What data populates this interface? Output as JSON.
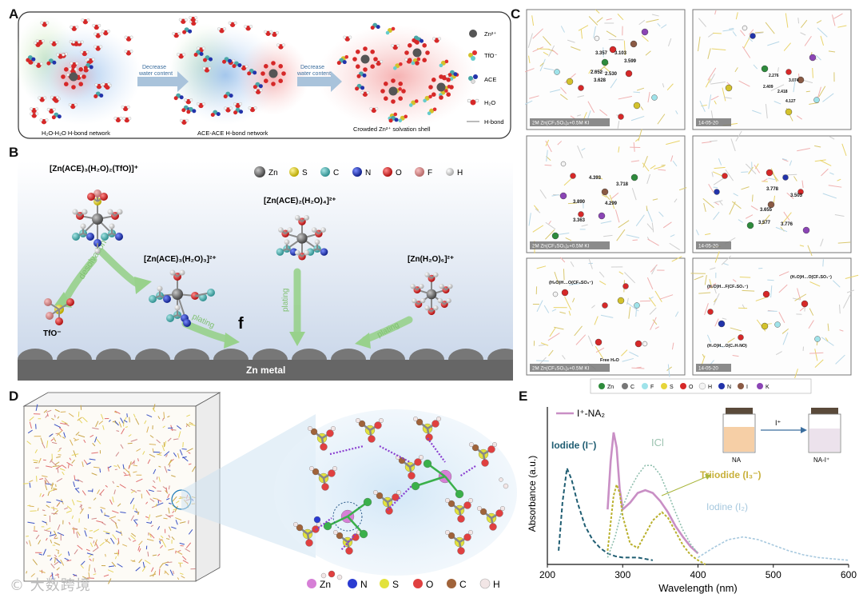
{
  "panelA": {
    "letter": "A",
    "arrow1": [
      "Decrease",
      "water content"
    ],
    "arrow2": [
      "Decrease",
      "water content"
    ],
    "caption1": "H₂O-H₂O H-bond network",
    "caption2": "ACE-ACE H-bond network",
    "caption3": "Crowded Zn²⁺ solvation shell",
    "legend": [
      "Zn²⁺",
      "TfO⁻",
      "ACE",
      "H₂O",
      "H-bond"
    ]
  },
  "panelB": {
    "letter": "B",
    "legend": [
      "Zn",
      "S",
      "C",
      "N",
      "O",
      "F",
      "H"
    ],
    "species1": "[Zn(ACE)₃(H₂O)₂(TfO)]⁺",
    "species2": "[Zn(ACE)₂(H₂O)₄]²⁺",
    "species3": "[Zn(ACE)₃(H₂O)₃]²⁺",
    "species4": "[Zn(H₂O)₆]²⁺",
    "tfo": "TfO⁻",
    "desolvation": "desolvation",
    "plating": "plating",
    "f_mark": "f",
    "metal": "Zn metal"
  },
  "panelC": {
    "letter": "C",
    "tag_left": "2M Zn(CF₃SO₃)₂+0.5M KI",
    "tag_right": "14-05-20",
    "dist_11": [
      "3.357",
      "3.103",
      "3.599",
      "2.652",
      "2.530",
      "3.628"
    ],
    "dist_12": [
      "2.276",
      "3.074",
      "2.418",
      "2.409",
      "4.127"
    ],
    "dist_21": [
      "4.393",
      "3.718",
      "3.890",
      "4.299",
      "3.363"
    ],
    "dist_22": [
      "3.778",
      "3.503",
      "3.655",
      "3.577",
      "3.776"
    ],
    "bond_31": [
      "(H₂O)H…O(CF₃SO₃⁻)",
      "Free H₂O"
    ],
    "bond_32": [
      "(H₂O)H…F(CF₃SO₃⁻)",
      "(H₂O)H…O(CF₃SO₃⁻)",
      "(H₂O)H…O(C₄H₇NO)"
    ],
    "legend": [
      "Zn",
      "C",
      "F",
      "S",
      "O",
      "H",
      "N",
      "I",
      "K"
    ]
  },
  "panelD": {
    "letter": "D",
    "legend": [
      "Zn",
      "N",
      "S",
      "O",
      "C",
      "H"
    ]
  },
  "panelE": {
    "letter": "E",
    "legend_line": "I⁺-NA₂",
    "label_iodide": "Iodide (I⁻)",
    "label_icl": "ICl",
    "label_triiodide": "Triiodide (I₃⁻)",
    "label_iodine": "Iodine (I₂)",
    "vial1": "NA",
    "vial2": "NA-I⁺",
    "arrow": "I⁺"
  },
  "watermark": "© 大数跨境",
  "chart_data": {
    "type": "line",
    "xlabel": "Wavelength (nm)",
    "ylabel": "Absorbance (a.u.)",
    "xlim": [
      200,
      600
    ],
    "x_ticks": [
      "200",
      "300",
      "400",
      "500",
      "600"
    ],
    "series": [
      {
        "name": "I⁺-NA₂",
        "x": [
          280,
          284,
          288,
          292,
          296,
          300,
          310,
          320,
          330,
          340,
          350,
          360,
          370,
          380,
          390,
          400
        ],
        "y": [
          0.4,
          0.75,
          0.96,
          0.85,
          0.55,
          0.4,
          0.45,
          0.52,
          0.54,
          0.52,
          0.46,
          0.38,
          0.28,
          0.2,
          0.13,
          0.08
        ]
      },
      {
        "name": "Iodide (I⁻)",
        "x": [
          215,
          220,
          226,
          232,
          240,
          250,
          260,
          270,
          280,
          290,
          300,
          320,
          340
        ],
        "y": [
          0.1,
          0.45,
          0.7,
          0.62,
          0.45,
          0.28,
          0.18,
          0.12,
          0.08,
          0.06,
          0.05,
          0.05,
          0.03
        ]
      },
      {
        "name": "ICl",
        "x": [
          280,
          290,
          300,
          310,
          320,
          330,
          340,
          350,
          360,
          370,
          380,
          390,
          400
        ],
        "y": [
          0.05,
          0.2,
          0.42,
          0.55,
          0.65,
          0.72,
          0.72,
          0.65,
          0.52,
          0.38,
          0.25,
          0.15,
          0.08
        ]
      },
      {
        "name": "Triiodide (I₃⁻)",
        "x": [
          280,
          288,
          292,
          296,
          300,
          310,
          320,
          330,
          340,
          352,
          360,
          370,
          380,
          390,
          400,
          410
        ],
        "y": [
          0.1,
          0.5,
          0.58,
          0.52,
          0.35,
          0.15,
          0.12,
          0.22,
          0.32,
          0.38,
          0.34,
          0.24,
          0.14,
          0.07,
          0.03,
          0.0
        ]
      },
      {
        "name": "Iodine (I₂)",
        "x": [
          400,
          420,
          440,
          460,
          480,
          500,
          520,
          540,
          560,
          580,
          600
        ],
        "y": [
          0.05,
          0.12,
          0.18,
          0.2,
          0.18,
          0.14,
          0.1,
          0.07,
          0.05,
          0.04,
          0.03
        ]
      }
    ]
  }
}
